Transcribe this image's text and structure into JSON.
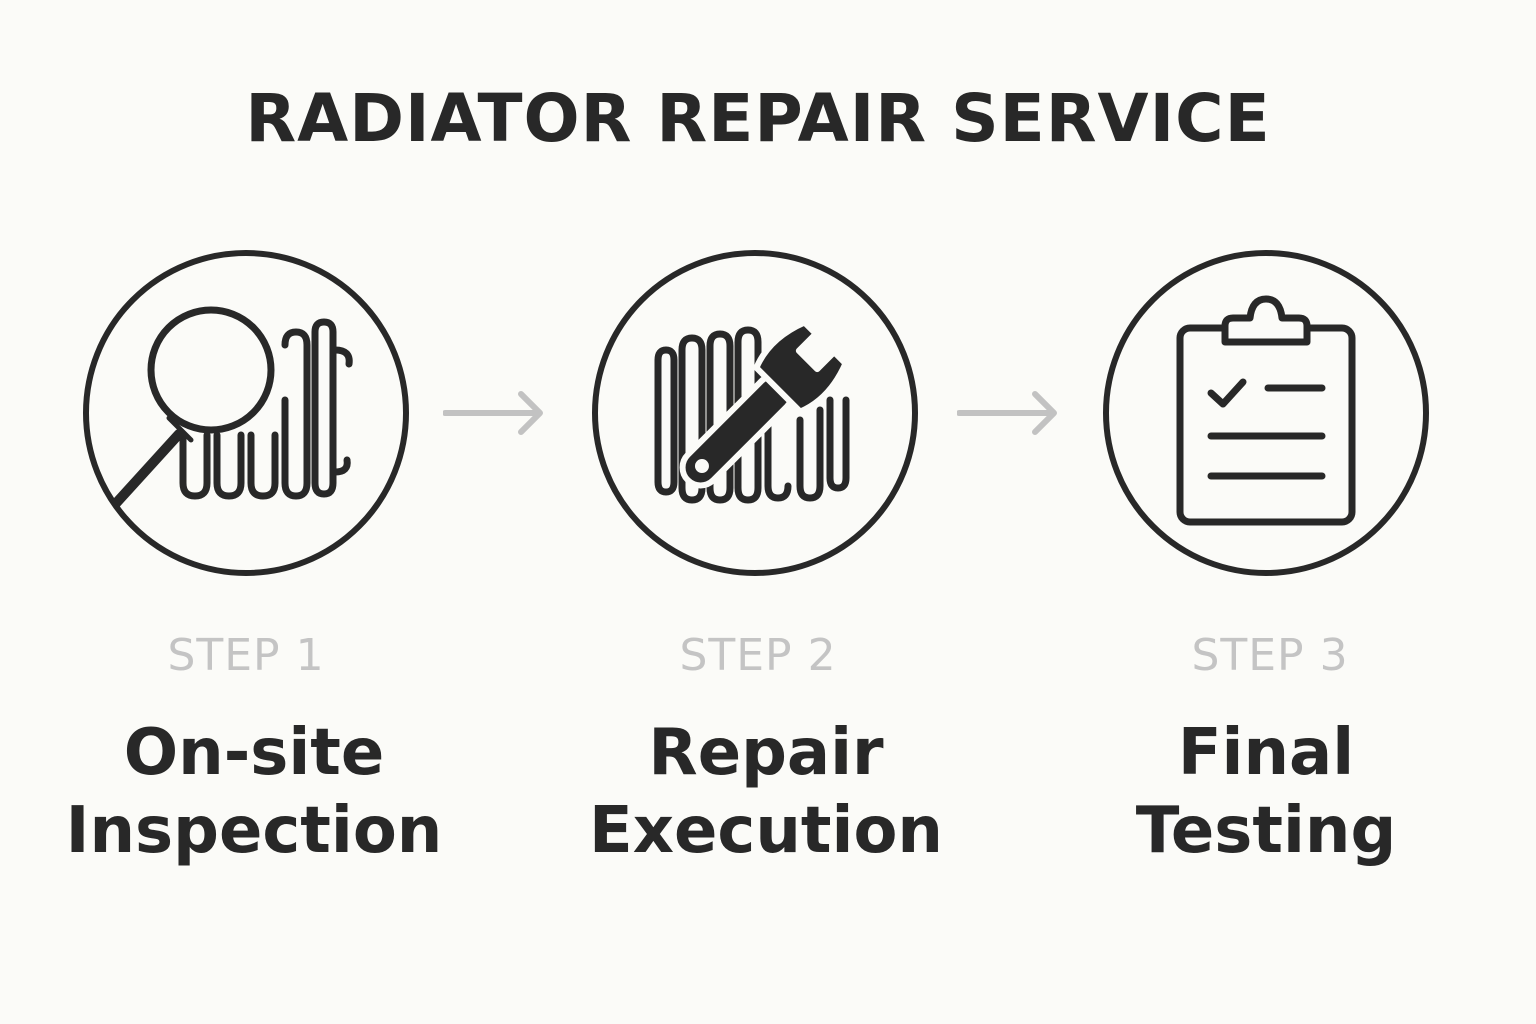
{
  "title": "RADIATOR REPAIR SERVICE",
  "colors": {
    "background": "#fbfbf8",
    "ink": "#282828",
    "muted": "#c4c4c4",
    "arrow": "#c2c2c2"
  },
  "steps": [
    {
      "label": "STEP 1",
      "name_line1": "On-site",
      "name_line2": "Inspection",
      "icon": "magnifier-radiator-icon"
    },
    {
      "label": "STEP 2",
      "name_line1": "Repair",
      "name_line2": "Execution",
      "icon": "wrench-radiator-icon"
    },
    {
      "label": "STEP 3",
      "name_line1": "Final",
      "name_line2": "Testing",
      "icon": "clipboard-checklist-icon"
    }
  ]
}
